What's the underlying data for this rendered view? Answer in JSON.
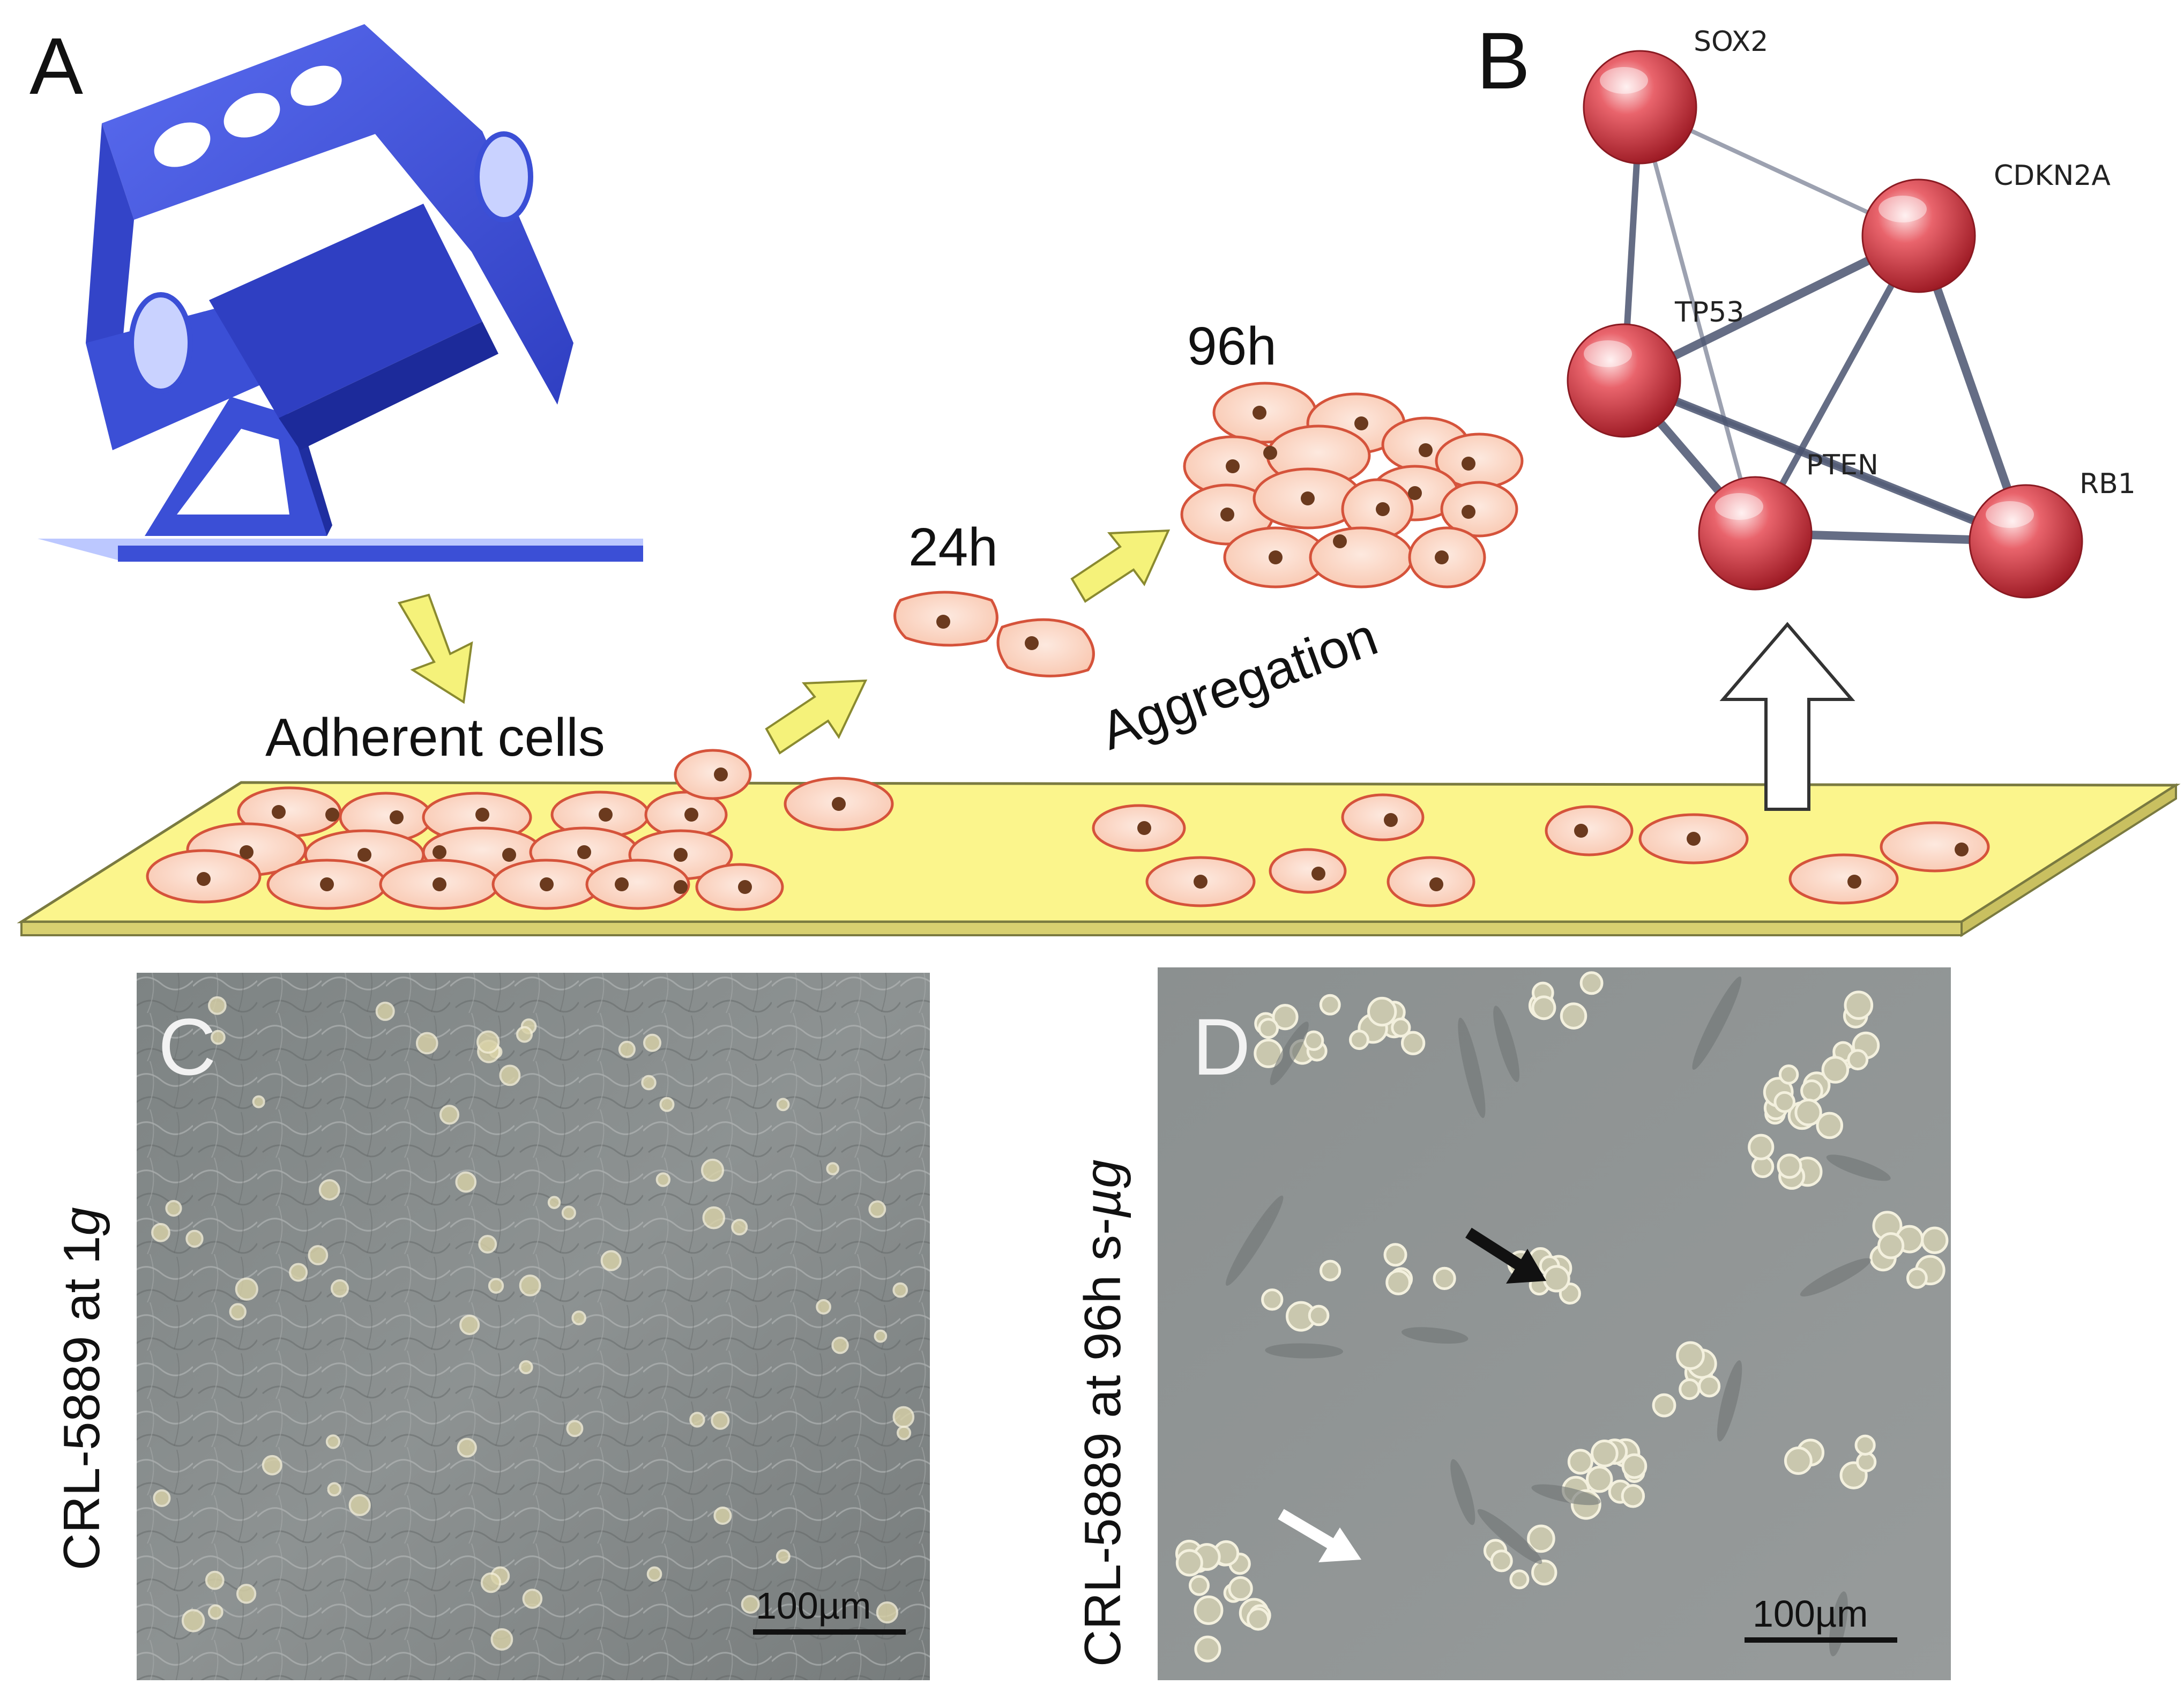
{
  "panels": {
    "a": {
      "letter": "A"
    },
    "b": {
      "letter": "B"
    },
    "c": {
      "letter": "C",
      "caption_prefix": "CRL-5889 at 1",
      "caption_italic": "g",
      "scale_bar": "100µm"
    },
    "d": {
      "letter": "D",
      "caption_prefix": "CRL-5889 at 96h s-",
      "caption_italic": "µg",
      "scale_bar": "100µm"
    }
  },
  "process": {
    "adherent_label": "Adherent cells",
    "time_24": "24h",
    "time_96": "96h",
    "aggregation_label": "Aggregation"
  },
  "network": {
    "nodes": [
      {
        "id": "SOX2",
        "label": "SOX2"
      },
      {
        "id": "CDKN2A",
        "label": "CDKN2A"
      },
      {
        "id": "TP53",
        "label": "TP53"
      },
      {
        "id": "PTEN",
        "label": "PTEN"
      },
      {
        "id": "RB1",
        "label": "RB1"
      }
    ],
    "edges": [
      {
        "source": "SOX2",
        "target": "CDKN2A",
        "weight": 1
      },
      {
        "source": "SOX2",
        "target": "TP53",
        "weight": 2
      },
      {
        "source": "SOX2",
        "target": "PTEN",
        "weight": 1
      },
      {
        "source": "CDKN2A",
        "target": "TP53",
        "weight": 3
      },
      {
        "source": "CDKN2A",
        "target": "PTEN",
        "weight": 2
      },
      {
        "source": "CDKN2A",
        "target": "RB1",
        "weight": 3
      },
      {
        "source": "TP53",
        "target": "PTEN",
        "weight": 3
      },
      {
        "source": "TP53",
        "target": "RB1",
        "weight": 3
      },
      {
        "source": "PTEN",
        "target": "RB1",
        "weight": 3
      },
      {
        "source": "RB1",
        "target": "TP53",
        "weight": 1
      }
    ]
  },
  "colors": {
    "machine_blue": "#3b4fd6",
    "substrate_yellow": "#fbf58c",
    "cell_fill": "#fbd5c2",
    "cell_edge": "#d5533b",
    "nucleus": "#6b3a1e",
    "arrow_yellow": "#f5f27a",
    "node_red": "#d9404a",
    "edge_slate": "#4a5470",
    "micrograph_gray": "#8a8f8f"
  },
  "icons": {
    "machine": "random-positioning-machine-icon",
    "network": "protein-interaction-network"
  }
}
